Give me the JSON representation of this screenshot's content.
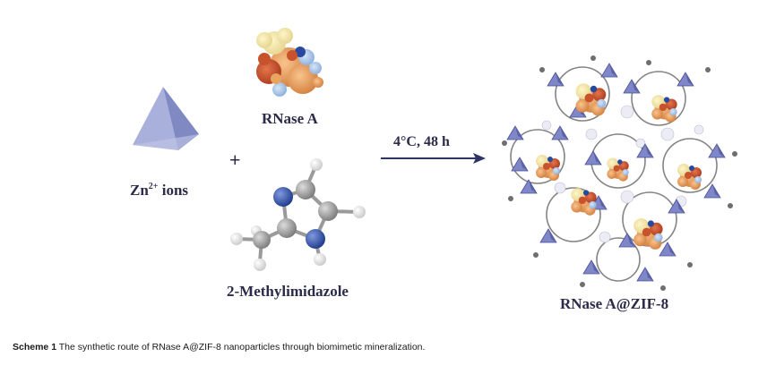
{
  "labels": {
    "protein": "RNase A",
    "zinc_prefix": "Zn",
    "zinc_charge": "2+",
    "zinc_suffix": " ions",
    "plus": "+",
    "ligand": "2-Methylimidazole",
    "condition": "4°C, 48 h",
    "product": "RNase A@ZIF-8"
  },
  "caption": {
    "scheme_label": "Scheme 1",
    "text": " The synthetic route of RNase A@ZIF-8 nanoparticles through biomimetic mineralization."
  },
  "colors": {
    "label_text": "#2b2b4a",
    "arrow": "#2e3566",
    "tetrahedron": "#9ea6d6",
    "nitrogen": "#2e4aa0",
    "carbon": "#8e8e8e",
    "hydrogen": "#f2f2f2",
    "zif_framework": "#6b72b8",
    "protein_palette": [
      "#f3e6a2",
      "#e8a560",
      "#c8522c",
      "#9bbbe0",
      "#274aa0"
    ]
  }
}
